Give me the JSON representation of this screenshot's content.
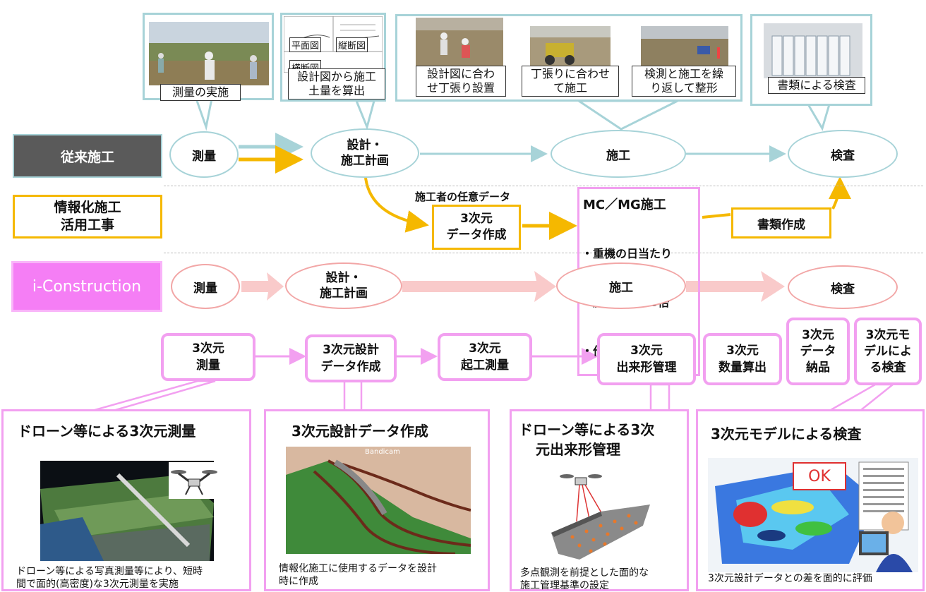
{
  "rows": {
    "conventional": "従来施工",
    "ict": [
      "情報化施工",
      "活用工事"
    ],
    "iconstruction": "i-Construction"
  },
  "conventional_flow": {
    "survey": "測量",
    "design": [
      "設計・",
      "施工計画"
    ],
    "construction": "施工",
    "inspection": "検査"
  },
  "photos": {
    "survey_caption": "測量の実施",
    "drawing_labels": [
      "平面図",
      "縦断図",
      "横断図"
    ],
    "drawing_caption": [
      "設計図から施工",
      "土量を算出"
    ],
    "construction_captions": [
      [
        "設計図に合わ",
        "せ丁張り設置"
      ],
      [
        "丁張りに合わせ",
        "て施工"
      ],
      [
        "検測と施工を繰",
        "り返して整形"
      ]
    ],
    "inspection_caption": "書類による検査"
  },
  "ict_flow": {
    "arbitrary_data": "施工者の任意データ",
    "data_creation": [
      "3次元",
      "データ作成"
    ],
    "mcmg_title": "MC／MG施工",
    "mcmg_lines": [
      "・重機の日当たり",
      "　施工量約1.5倍",
      "・作業員　約1/3"
    ],
    "documents": "書類作成"
  },
  "icon_flow": {
    "survey": "測量",
    "design": [
      "設計・",
      "施工計画"
    ],
    "construction": "施工",
    "inspection": "検査"
  },
  "steps": [
    [
      "3次元",
      "測量"
    ],
    [
      "3次元設計",
      "データ作成"
    ],
    [
      "3次元",
      "起工測量"
    ],
    [
      "3次元",
      "出来形管理"
    ],
    [
      "3次元",
      "数量算出"
    ],
    [
      "3次元",
      "データ",
      "納品"
    ],
    [
      "3次元モ",
      "デルによ",
      "る検査"
    ]
  ],
  "panels": [
    {
      "title": "ドローン等による3次元測量",
      "desc": [
        "ドローン等による写真測量等により、短時",
        "間で面的(高密度)な3次元測量を実施"
      ]
    },
    {
      "title": "3次元設計データ作成",
      "desc": [
        "情報化施工に使用するデータを設計",
        "時に作成"
      ],
      "image_label": "Bandicam"
    },
    {
      "title": [
        "ドローン等による3次",
        "元出来形管理"
      ],
      "desc": [
        "多点観測を前提とした面的な",
        "施工管理基準の設定"
      ]
    },
    {
      "title": "3次元モデルによる検査",
      "desc": [
        "3次元設計データとの差を面的に評価"
      ],
      "ok": "OK"
    }
  ],
  "colors": {
    "conventional": "#5a5a5a",
    "teal": "#a7d3d8",
    "yellow": "#f5b800",
    "pink": "#f2a0f0",
    "icon_pink": "#f57ef5"
  }
}
